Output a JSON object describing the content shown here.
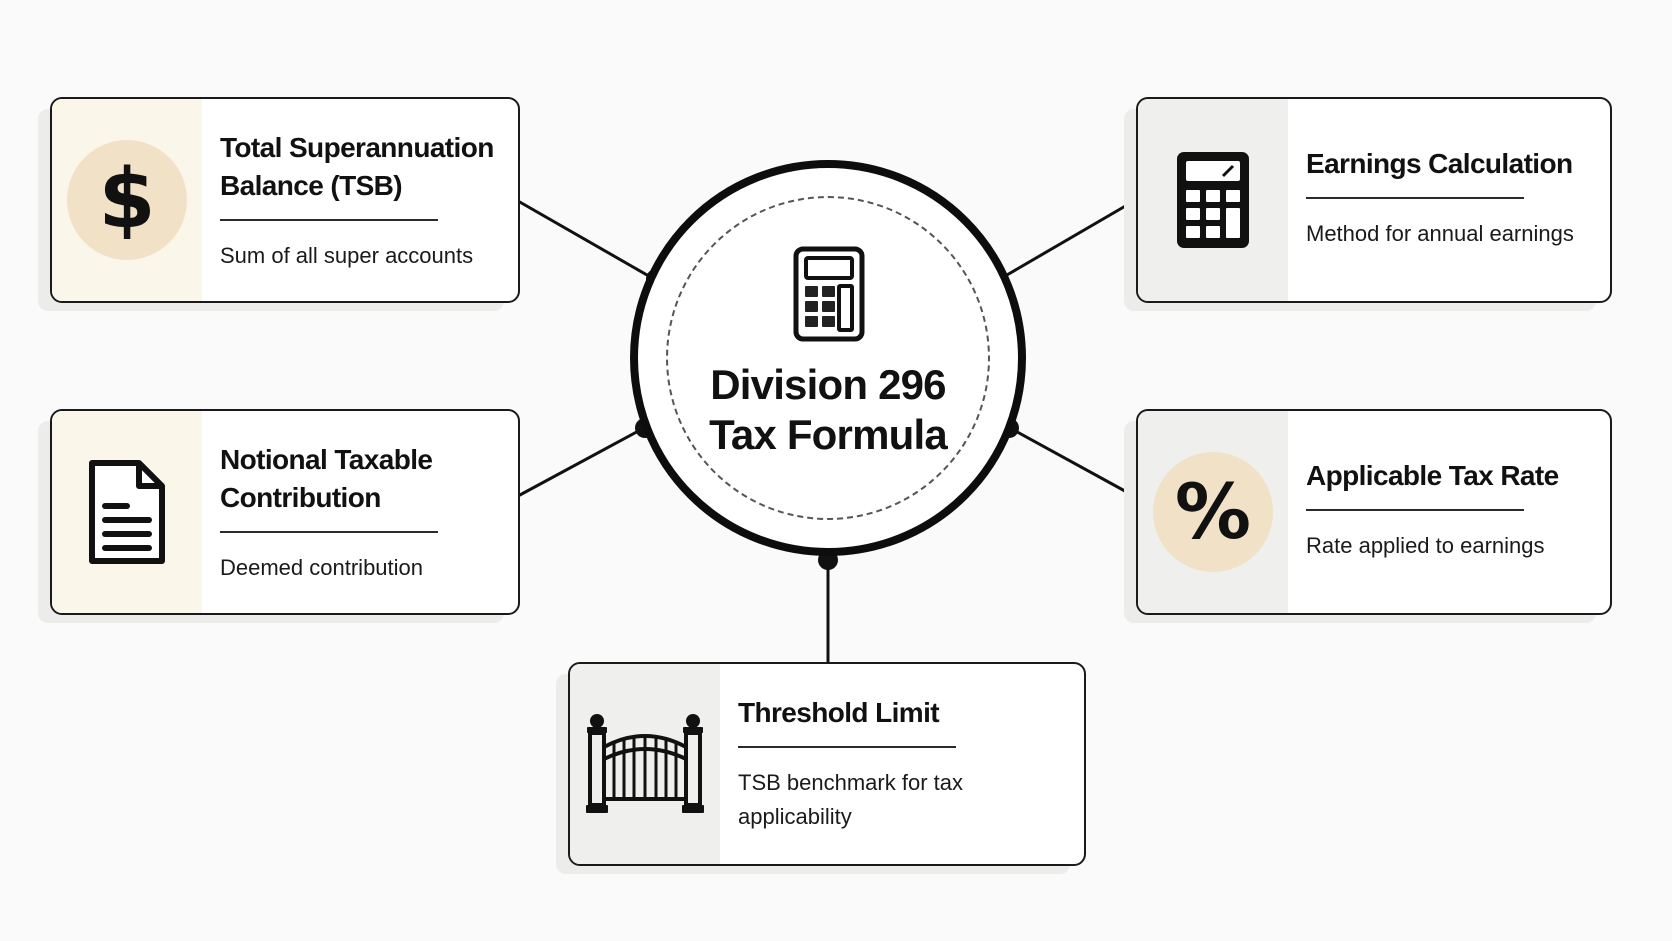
{
  "colors": {
    "background": "#fafafa",
    "card_border": "#1a1a1a",
    "icon_disc": "#f1e2c7",
    "panel_cream": "#fbf6ea",
    "panel_grey": "#efefed",
    "hub_ring": "#0d0d0d"
  },
  "hub": {
    "icon": "calculator-icon",
    "title_line1": "Division 296",
    "title_line2": "Tax Formula"
  },
  "cards": {
    "tsb": {
      "icon": "dollar-icon",
      "title_line1": "Total Superannuation",
      "title_line2": "Balance (TSB)",
      "subtitle": "Sum of all super accounts"
    },
    "notional": {
      "icon": "document-icon",
      "title_line1": "Notional Taxable",
      "title_line2": "Contribution",
      "subtitle": "Deemed contribution"
    },
    "earnings": {
      "icon": "calculator-icon",
      "title": "Earnings Calculation",
      "subtitle": "Method for annual earnings"
    },
    "rate": {
      "icon": "percent-icon",
      "title": "Applicable Tax Rate",
      "subtitle": "Rate applied to earnings"
    },
    "threshold": {
      "icon": "gate-icon",
      "title": "Threshold Limit",
      "subtitle_line1": "TSB benchmark for tax",
      "subtitle_line2": "applicability"
    }
  }
}
